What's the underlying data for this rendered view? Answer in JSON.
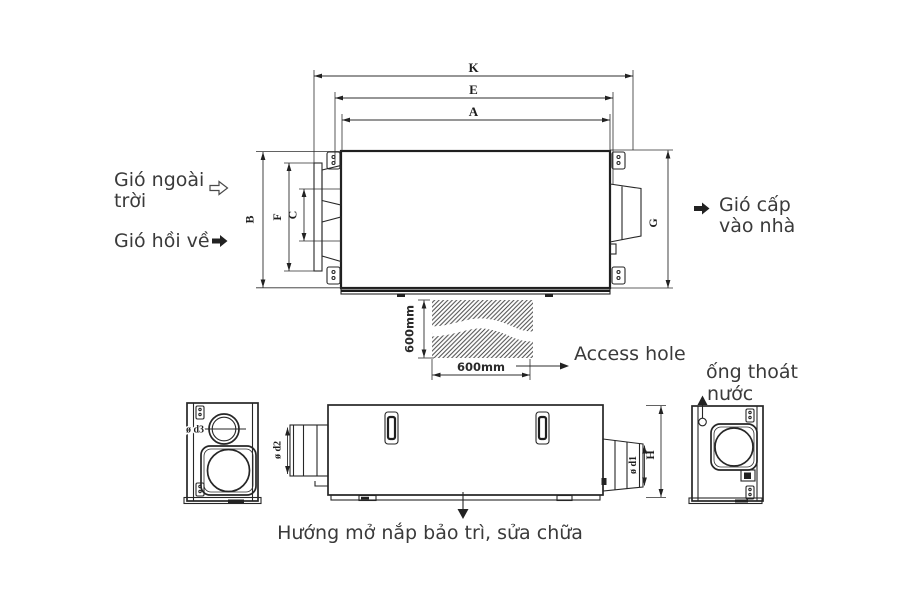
{
  "labels": {
    "outdoor_air_1": "Gió ngoài",
    "outdoor_air_2": "trời",
    "return_air": "Gió hồi về",
    "supply_air_1": "Gió cấp",
    "supply_air_2": "vào nhà",
    "access_hole": "Access hole",
    "access_width": "600mm",
    "access_height": "600mm",
    "drain_1": "ống thoát",
    "drain_2": "nước",
    "maintenance": "Hướng mở nắp bảo trì, sửa chữa"
  },
  "dims": {
    "K": "K",
    "E": "E",
    "A": "A",
    "B": "B",
    "F": "F",
    "C": "C",
    "G": "G",
    "H": "H",
    "d1": "ø d1",
    "d2": "ø d2",
    "d3": "ø d3"
  },
  "icons": {
    "outdoor_air": "hollow-right-arrow",
    "return_air": "solid-right-arrow",
    "supply_air": "solid-right-arrow",
    "access_leader": "right-arrow",
    "maintenance": "down-arrow",
    "drain": "up-arrow"
  },
  "colors": {
    "line": "#262626",
    "text": "#3a3a3a",
    "hatch": "#4a4a4a",
    "background": "#ffffff"
  }
}
